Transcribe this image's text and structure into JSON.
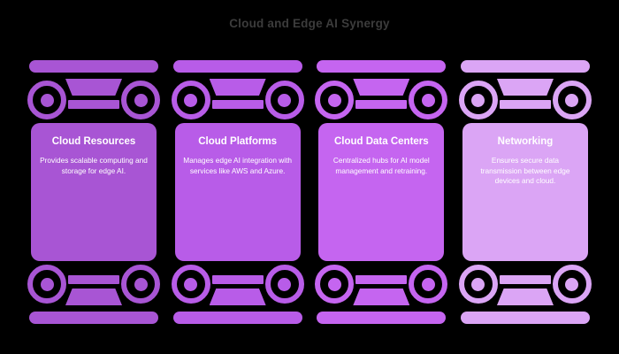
{
  "page": {
    "title": "Cloud and Edge AI Synergy",
    "background_color": "#000000",
    "title_color": "#3c3c3c",
    "text_color": "#ffffff"
  },
  "columns": [
    {
      "id": "cloud-resources",
      "heading": "Cloud Resources",
      "body": "Provides scalable computing and storage for edge AI.",
      "color": "#a855d4"
    },
    {
      "id": "cloud-platforms",
      "heading": "Cloud Platforms",
      "body": "Manages edge AI integration with services like AWS and Azure.",
      "color": "#b85ce8"
    },
    {
      "id": "cloud-data-centers",
      "heading": "Cloud Data Centers",
      "body": "Centralized hubs for AI model management and retraining.",
      "color": "#c565f0"
    },
    {
      "id": "networking",
      "heading": "Networking",
      "body": "Ensures secure data transmission between edge devices and cloud.",
      "color": "#dba5f5"
    }
  ]
}
